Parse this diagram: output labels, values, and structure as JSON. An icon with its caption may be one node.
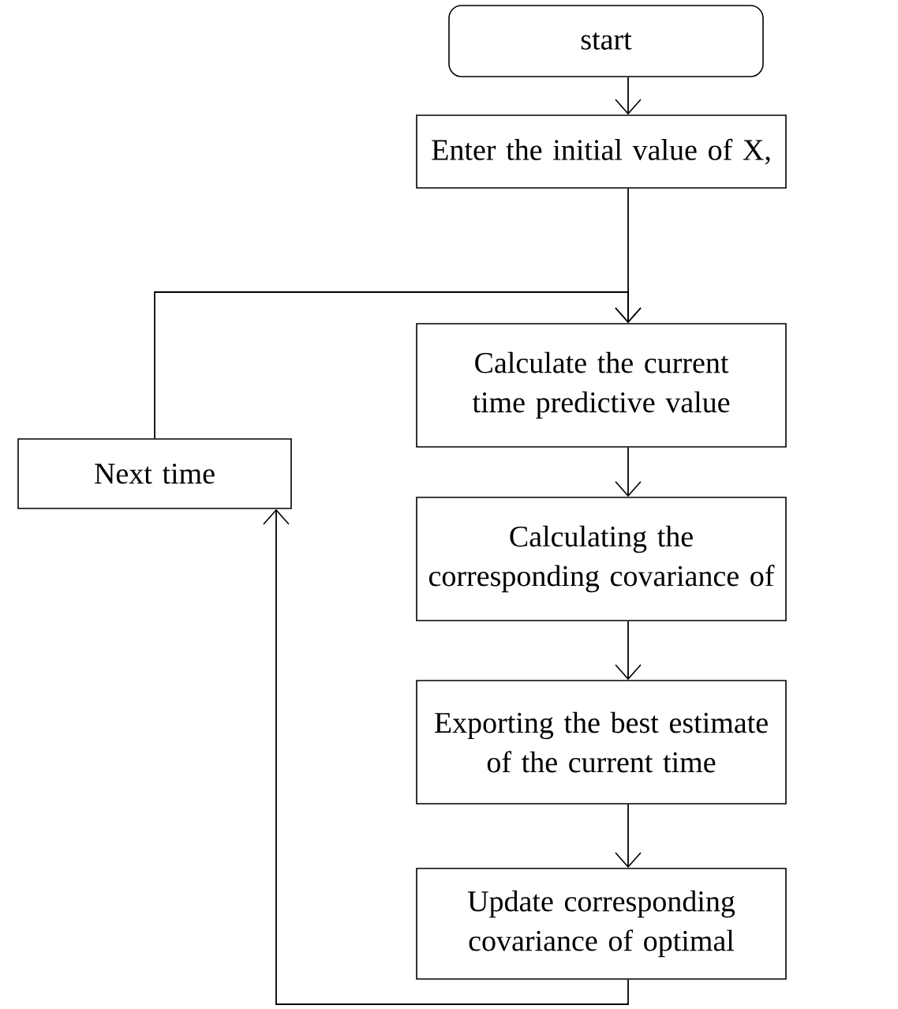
{
  "diagram": {
    "nodes": [
      {
        "text": [
          "start"
        ]
      },
      {
        "text": [
          "Enter the initial value of X,"
        ]
      },
      {
        "text": [
          "Calculate the current time predictive value"
        ]
      },
      {
        "text": [
          "Calculating the corresponding covariance of"
        ]
      },
      {
        "text": [
          "Exporting the best estimate of the current time"
        ]
      },
      {
        "text": [
          "Update corresponding covariance of optimal"
        ]
      },
      {
        "text": [
          "Next time"
        ]
      }
    ],
    "edges": [
      {
        "from": 0,
        "to": 1,
        "arrow": "to"
      },
      {
        "from": 1,
        "to": 2,
        "arrow": "to"
      },
      {
        "from": 2,
        "to": 3,
        "arrow": "to"
      },
      {
        "from": 3,
        "to": 4,
        "arrow": "to"
      },
      {
        "from": 4,
        "to": 5,
        "arrow": "to"
      },
      {
        "from": 5,
        "to": 6,
        "arrow": "to"
      },
      {
        "from": 6,
        "to": 2,
        "arrow": "to"
      }
    ]
  }
}
